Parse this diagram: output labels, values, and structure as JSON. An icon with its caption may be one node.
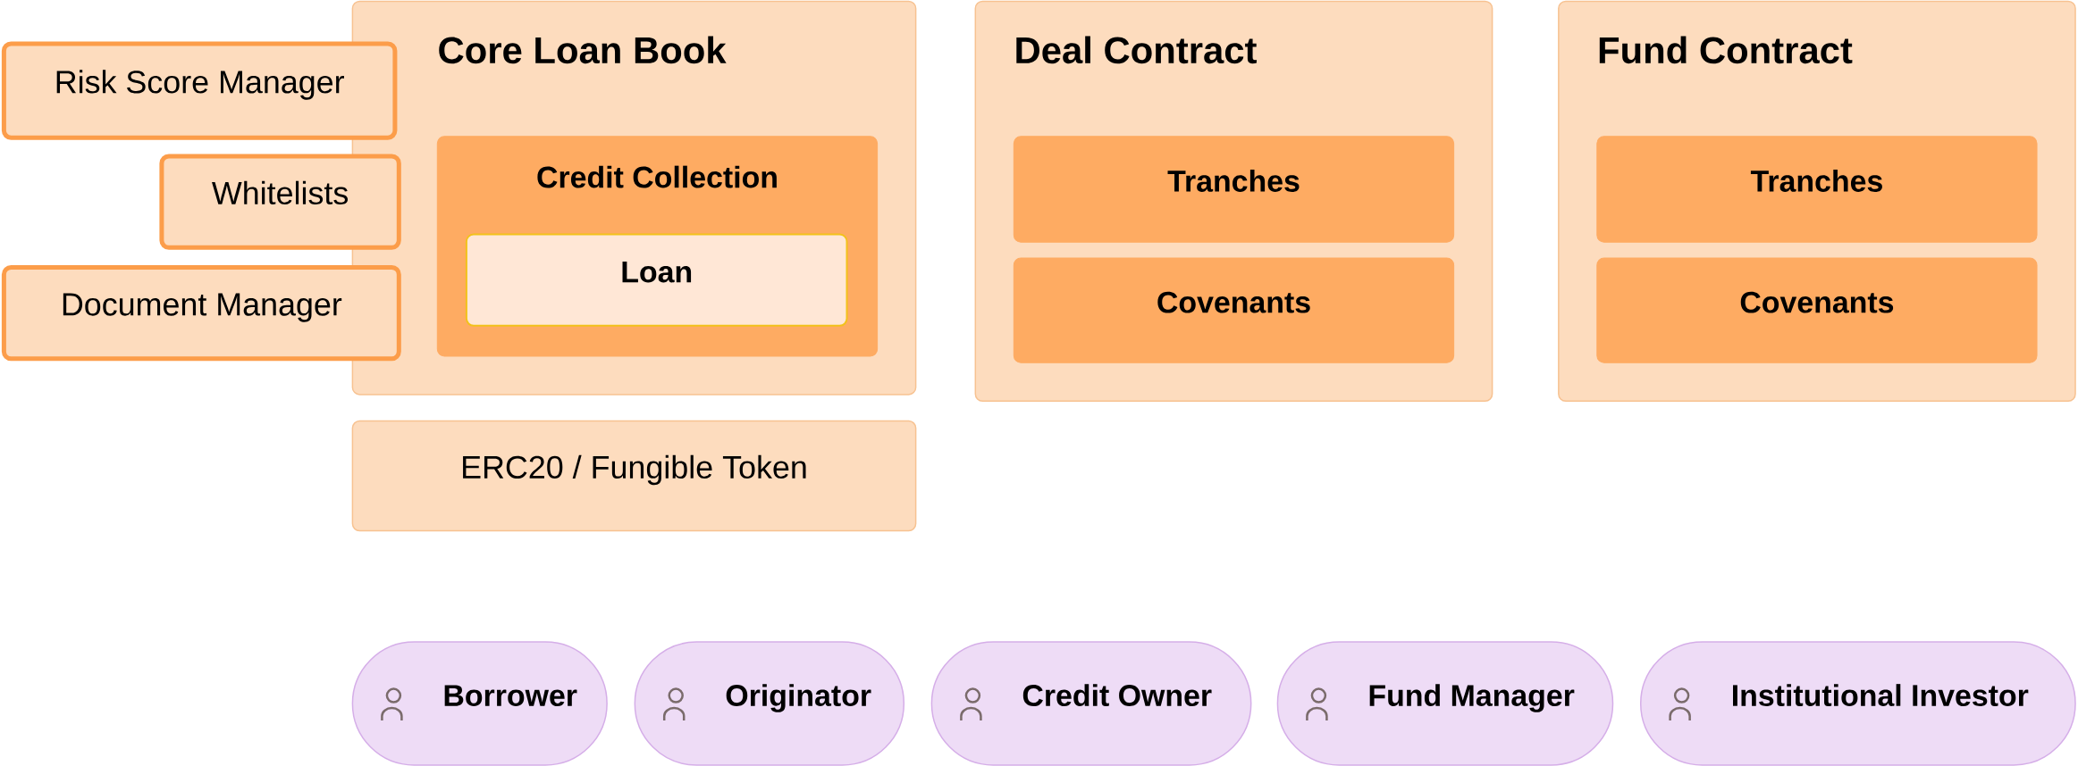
{
  "diagram": {
    "nodes": [
      {
        "text": [
          "Core Loan Book"
        ]
      },
      {
        "text": [
          "Credit Collection"
        ],
        "in": 0
      },
      {
        "text": [
          "Loan"
        ],
        "in": 1
      },
      {
        "text": [
          "Risk Score Manager"
        ]
      },
      {
        "text": [
          "Whitelists"
        ]
      },
      {
        "text": [
          "Document Manager"
        ]
      },
      {
        "text": [
          "ERC20 / Fungible Token"
        ]
      },
      {
        "text": [
          "Deal Contract"
        ]
      },
      {
        "text": [
          "Tranches"
        ],
        "in": 7
      },
      {
        "text": [
          "Covenants"
        ],
        "in": 7
      },
      {
        "text": [
          "Fund Contract"
        ]
      },
      {
        "text": [
          "Tranches"
        ],
        "in": 10
      },
      {
        "text": [
          "Covenants"
        ],
        "in": 10
      },
      {
        "text": [
          "Borrower"
        ]
      },
      {
        "text": [
          "Originator"
        ]
      },
      {
        "text": [
          "Credit Owner"
        ]
      },
      {
        "text": [
          "Fund Manager"
        ]
      },
      {
        "text": [
          "Institutional Investor"
        ]
      }
    ]
  }
}
